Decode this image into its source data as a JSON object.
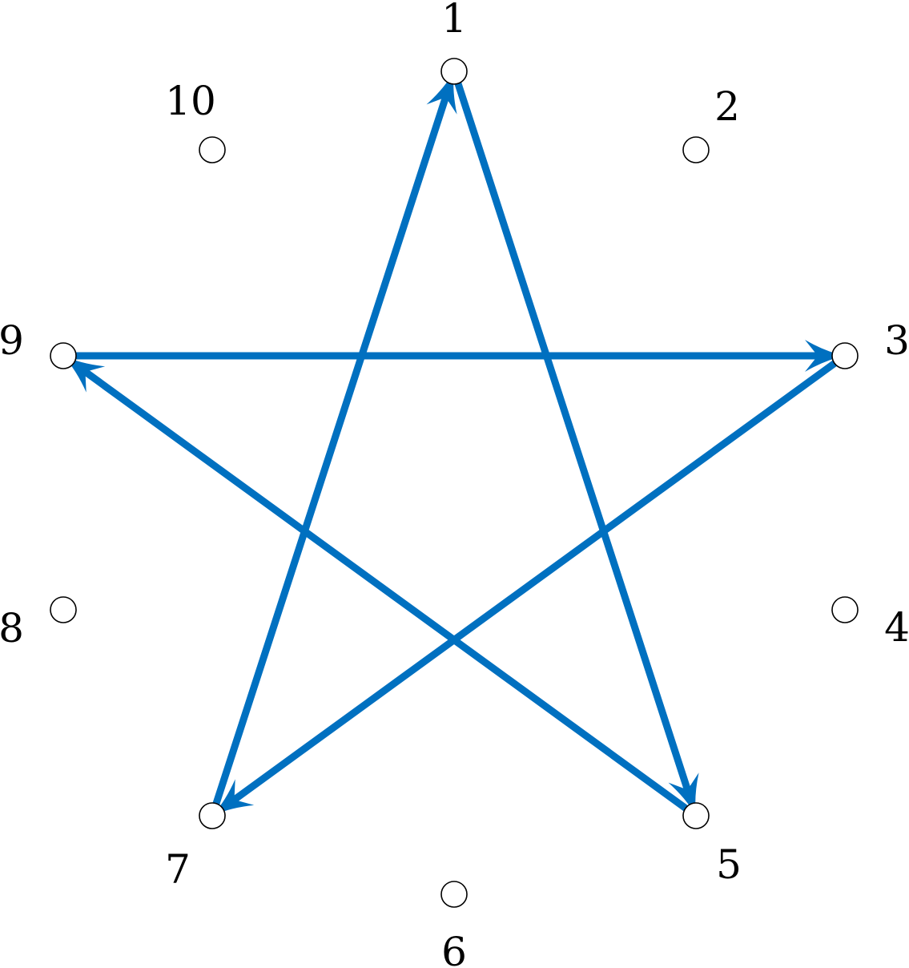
{
  "diagram": {
    "type": "directed-graph",
    "edge_color": "#0070c0",
    "node_labels": [
      "1",
      "2",
      "3",
      "4",
      "5",
      "6",
      "7",
      "8",
      "9",
      "10"
    ],
    "edges": [
      {
        "from": "1",
        "to": "5"
      },
      {
        "from": "5",
        "to": "9"
      },
      {
        "from": "9",
        "to": "3"
      },
      {
        "from": "3",
        "to": "7"
      },
      {
        "from": "7",
        "to": "1"
      }
    ]
  }
}
